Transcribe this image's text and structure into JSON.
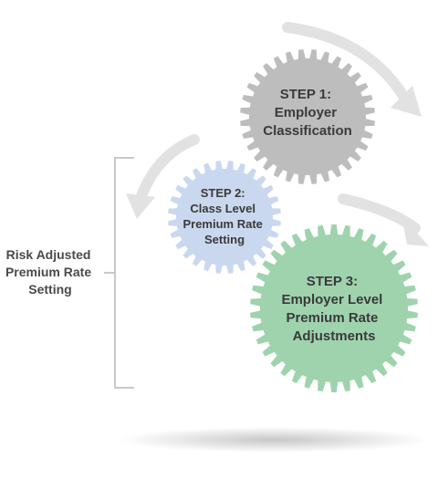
{
  "side_label": {
    "lines": [
      "Risk Adjusted",
      "Premium Rate",
      "Setting"
    ]
  },
  "steps": [
    {
      "id": "step1",
      "lines": [
        "STEP 1:",
        "Employer",
        "Classification"
      ],
      "color": "#bdbdbd"
    },
    {
      "id": "step2",
      "lines": [
        "STEP 2:",
        "Class Level",
        "Premium Rate",
        "Setting"
      ],
      "color": "#c9d8ee"
    },
    {
      "id": "step3",
      "lines": [
        "STEP 3:",
        "Employer Level",
        "Premium Rate",
        "Adjustments"
      ],
      "color": "#9fd3ad"
    }
  ],
  "colors": {
    "arrow": "#e2e2e2",
    "bracket": "#c8c8c8",
    "text": "#3a3a3a"
  }
}
